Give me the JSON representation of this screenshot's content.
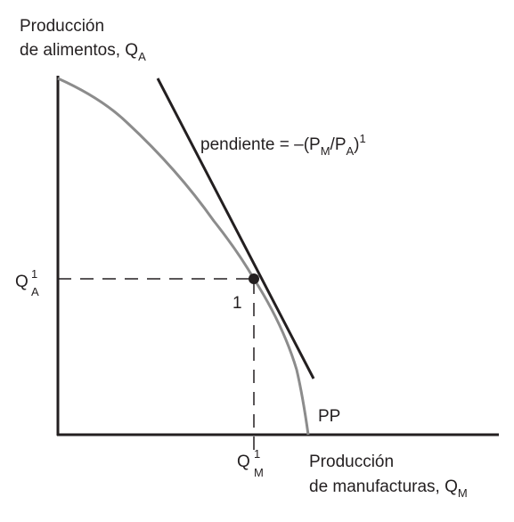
{
  "diagram": {
    "y_axis_label_line1": "Producción",
    "y_axis_label_line2": "de alimentos, Q",
    "y_axis_label_sub": "A",
    "x_axis_label_line1": "Producción",
    "x_axis_label_line2": "de manufacturas, Q",
    "x_axis_label_sub": "M",
    "slope_text_main": "pendiente = –(P",
    "slope_text_sub1": "M",
    "slope_text_mid": "/P",
    "slope_text_sub2": "A",
    "slope_text_close": ")",
    "slope_text_sup": "1",
    "qa_label": "Q",
    "qa_sup": "1",
    "qa_sub": "A",
    "qm_label": "Q",
    "qm_sup": "1",
    "qm_sub": "M",
    "point_label": "1",
    "curve_label": "PP"
  },
  "colors": {
    "axis": "#231f20",
    "curve": "#8c8c8c",
    "tangent": "#231f20"
  }
}
